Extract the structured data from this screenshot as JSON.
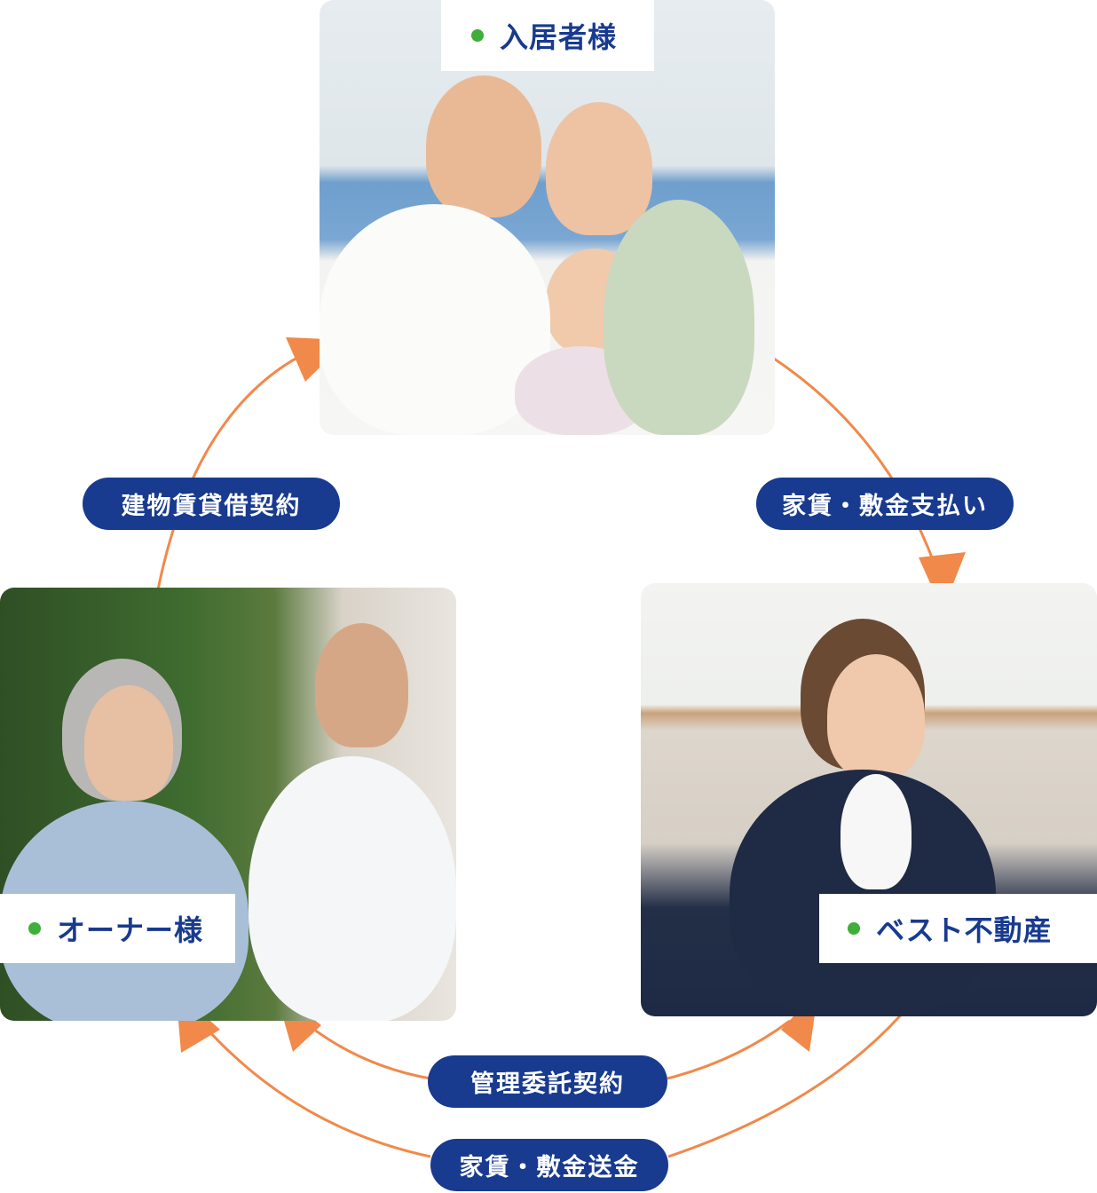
{
  "nodes": {
    "resident": {
      "label": "入居者様"
    },
    "owner": {
      "label": "オーナー様"
    },
    "company": {
      "label": "ベスト不動産"
    }
  },
  "flows": {
    "lease_contract": "建物賃貸借契約",
    "rent_payment": "家賃・敷金支払い",
    "management_contract": "管理委託契約",
    "rent_remittance": "家賃・敷金送金"
  },
  "colors": {
    "navy": "#183a8f",
    "orange": "#f0894a",
    "green": "#3fae3a"
  }
}
